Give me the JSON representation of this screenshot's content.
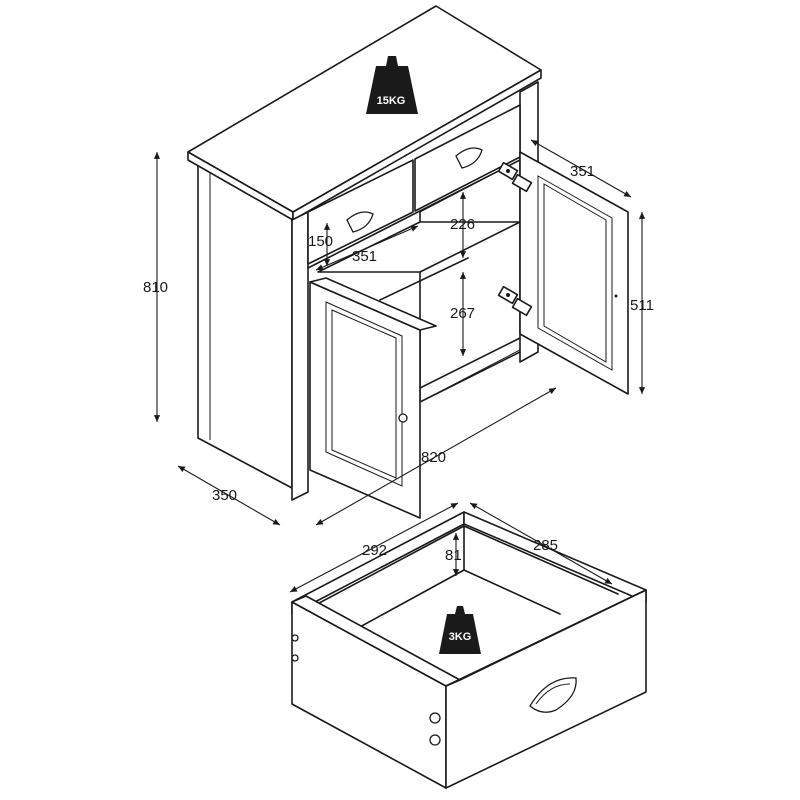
{
  "dimensions": {
    "height_total": "810",
    "depth": "350",
    "width": "820",
    "drawer_height_front": "150",
    "drawer_depth_top": "351",
    "door_depth": "351",
    "upper_clearance": "226",
    "lower_clearance": "267",
    "door_height": "511",
    "drawer_width": "292",
    "drawer_depth": "285",
    "drawer_inner_height": "81"
  },
  "weights": {
    "cabinet_top": "15KG",
    "drawer": "3KG"
  },
  "colors": {
    "line": "#1a1a1a",
    "weight_fill": "#1a1a1a",
    "background": "#ffffff"
  },
  "icons": [
    "weight-icon",
    "cup-handle-icon",
    "knob-icon",
    "hinge-icon"
  ]
}
